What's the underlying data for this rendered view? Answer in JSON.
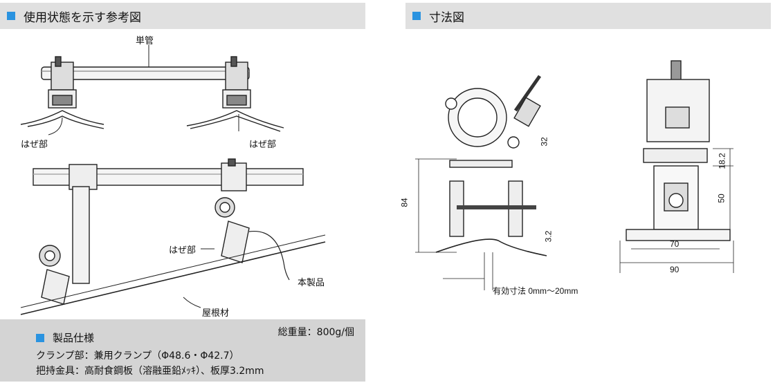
{
  "left_header": {
    "title": "使用状態を示す参考図"
  },
  "right_header": {
    "title": "寸法図"
  },
  "usage_figure": {
    "label_single_pipe": "単管",
    "label_seam_left": "はぜ部",
    "label_seam_right": "はぜ部",
    "label_seam_lower": "はぜ部",
    "label_product": "本製品",
    "label_roof": "屋根材"
  },
  "dimension_figure": {
    "dim_84": "84",
    "dim_32_upper": "32",
    "dim_32_lower": "3.2",
    "dim_18_2": "18.2",
    "dim_50": "50",
    "dim_70": "70",
    "dim_90": "90",
    "effective_label": "有効寸法 0mm～20mm"
  },
  "spec": {
    "title": "製品仕様",
    "weight": "総重量：800g/個",
    "line1": "クランプ部：兼用クランプ（Φ48.6・Φ42.7）",
    "line2": "把持金具：高耐食鋼板（溶融亜鉛ﾒｯｷ）、板厚3.2mm"
  },
  "colors": {
    "accent": "#2a93e0",
    "header_bg": "#e0e0e0",
    "spec_bg": "#d4d4d4"
  }
}
